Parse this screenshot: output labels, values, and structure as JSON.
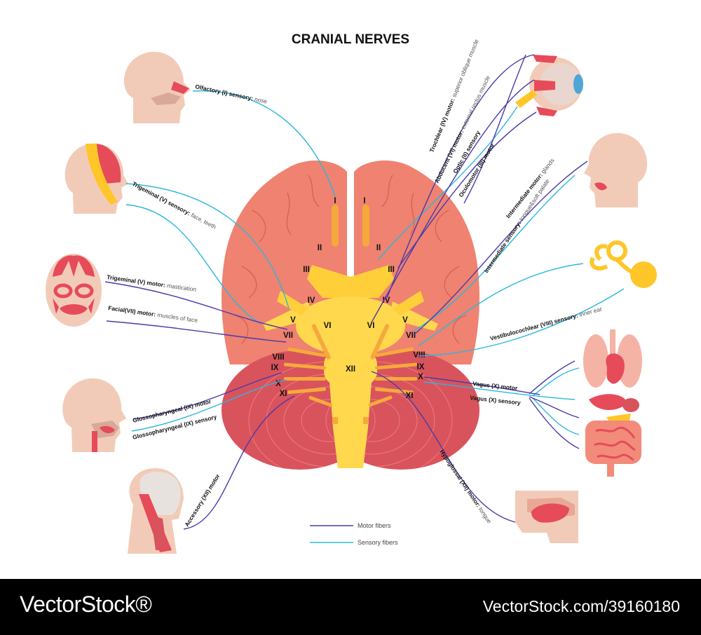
{
  "title": "CRANIAL NERVES",
  "brain_labels": {
    "I": "I",
    "II": "II",
    "III": "III",
    "IV": "IV",
    "V": "V",
    "VI": "VI",
    "VII": "VII",
    "VIII": "VIII",
    "IX": "IX",
    "X": "X",
    "XI": "XI",
    "XII": "XII"
  },
  "nerves": {
    "olfactory": {
      "name": "Olfactory (I) sensory:",
      "target": "nose"
    },
    "trigeminal_sensory": {
      "name": "Trigeminal (V) sensory:",
      "target": "face, teeth"
    },
    "trigeminal_motor": {
      "name": "Trigeminal (V) motor:",
      "target": "mastication"
    },
    "facial": {
      "name": "Facial(VII) motor:",
      "target": "muscles of face"
    },
    "glosso_motor": {
      "name": "Glossopharyngeal (IX) motor",
      "target": ""
    },
    "glosso_sensory": {
      "name": "Glossopharyngeal (IX) sensory",
      "target": ""
    },
    "accessory": {
      "name": "Accessory (XII) motor",
      "target": ""
    },
    "trochlear": {
      "name": "Trochlear (IV) motor:",
      "target": "superior oblique muscle"
    },
    "abducent": {
      "name": "Abducent (VI) motor:",
      "target": "external rectus muscle"
    },
    "optic": {
      "name": "Optic (II) sensory",
      "target": ""
    },
    "oculomotor": {
      "name": "Oculomotor (III) motor",
      "target": ""
    },
    "intermediate_motor": {
      "name": "Intermediate motor:",
      "target": "glands"
    },
    "intermediate_sensory": {
      "name": "Intermediate sensory:",
      "target": "tongue&soft palate"
    },
    "vestibulocochlear": {
      "name": "Vestibulocochlear (VIII) sensory:",
      "target": "inner ear"
    },
    "vagus_motor": {
      "name": "Vagus (X) motor",
      "target": ""
    },
    "vagus_sensory": {
      "name": "Vagus (X) sensory",
      "target": ""
    },
    "hypoglossal": {
      "name": "Hypoglossal (XII) motor:",
      "target": "tongue"
    }
  },
  "legend": {
    "motor": "Motor fibers",
    "sensory": "Sensory fibers"
  },
  "colors": {
    "motor": "#4b3aa8",
    "sensory": "#2ab8dc",
    "cerebrum": "#ef8270",
    "cerebellum": "#d9535c",
    "brainstem": "#ffd84d",
    "skin": "#f2cbb8"
  },
  "footer": {
    "brand": "VectorStock®",
    "url": "VectorStock.com/39160180"
  }
}
